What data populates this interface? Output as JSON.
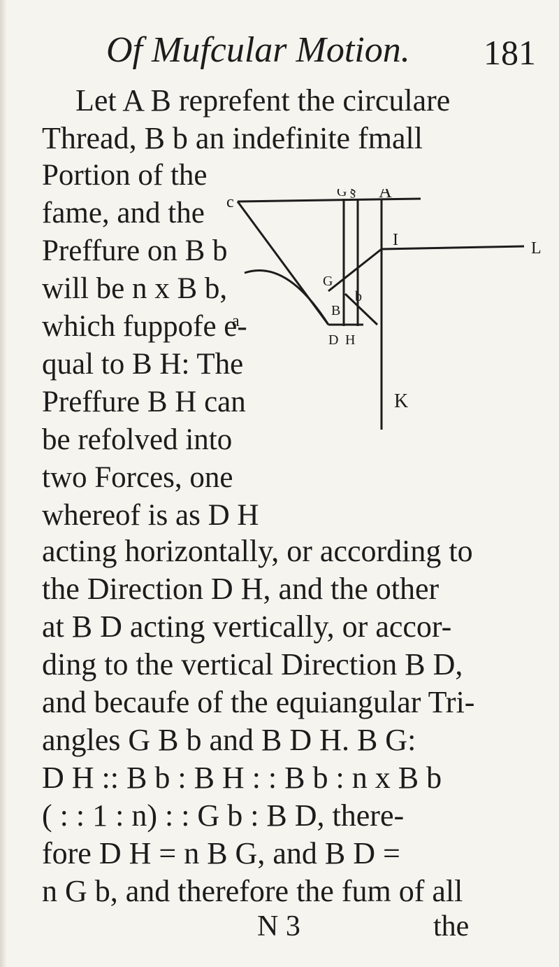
{
  "header": {
    "running_title": "Of Mufcular Motion.",
    "page_number": "181"
  },
  "body": {
    "lines_top": [
      "Let A B reprefent the circulare",
      "Thread, B b an indefinite fmall"
    ],
    "lines_wrapped": [
      "Portion of the",
      "fame, and the",
      "Preffure on B b",
      "will be n x B b,",
      "which fuppofe e-",
      "qual to B H: The",
      "Preffure B H can",
      "be refolved into",
      "two Forces, one",
      "whereof is as D H"
    ],
    "lines_bottom": [
      "acting horizontally, or according to",
      "the Direction D H, and the other",
      "at B D acting vertically, or accor-",
      "ding to the vertical Direction B D,",
      "and becaufe of the equiangular Tri-",
      "angles G B b and B D H. B G:",
      "D H :: B b : B H : : B b : n x B b",
      "( : : 1 : n) : : G b : B D, there-",
      "fore D H = n B G, and B D =",
      "n G b, and therefore the fum of all"
    ],
    "signature": "N 3",
    "catchword": "the"
  },
  "figure": {
    "labels": {
      "c": "c",
      "g_top": "G",
      "sect": "§",
      "a": "A",
      "i": "I",
      "l": "L",
      "g_mid": "G",
      "b_small": "b",
      "a_left": "a",
      "b_big": "B",
      "d": "D",
      "h": "H",
      "k": "K"
    }
  }
}
